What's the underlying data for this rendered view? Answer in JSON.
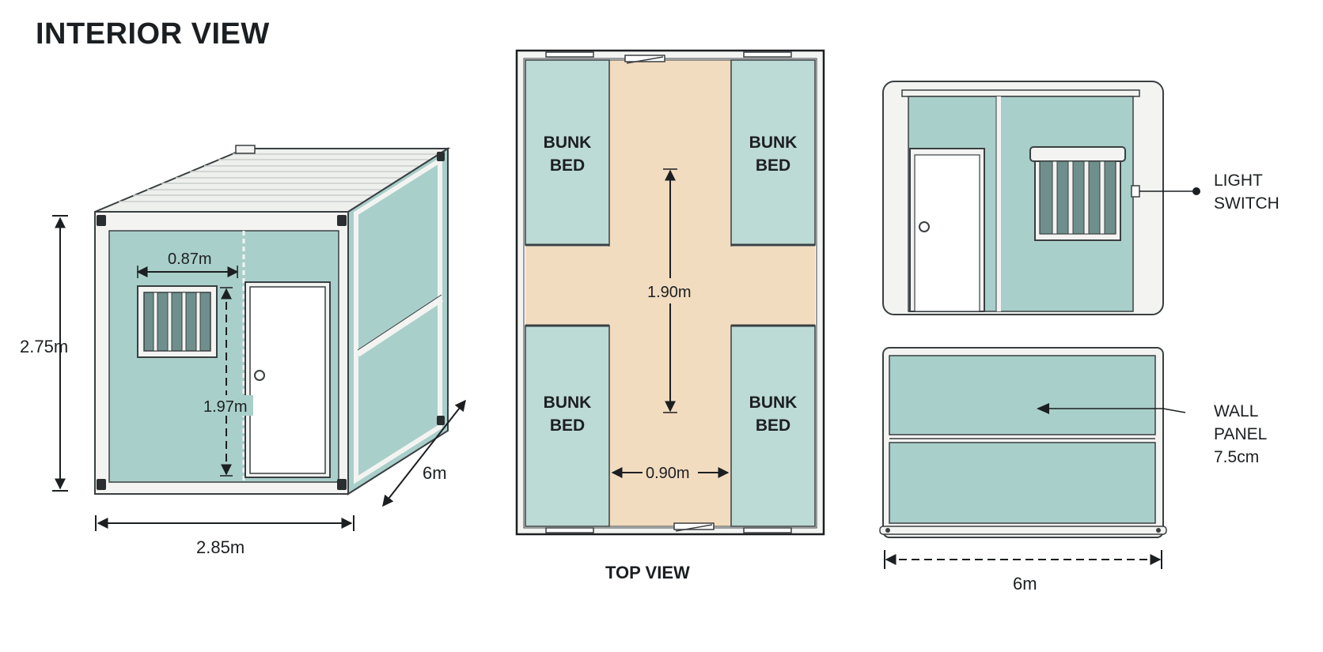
{
  "title": "INTERIOR VIEW",
  "top_view_caption": "TOP VIEW",
  "colors": {
    "panel": "#a9cfca",
    "panel_light": "#bcdad6",
    "frame": "#f3f4f2",
    "outline": "#3a3f41",
    "floor": "#f2dcc0",
    "text": "#1c1f21"
  },
  "isometric": {
    "height_label": "2.75m",
    "width_label": "2.85m",
    "depth_label": "6m",
    "window_width_label": "0.87m",
    "door_height_label": "1.97m"
  },
  "top_view": {
    "beds": [
      "BUNK\nBED",
      "BUNK\nBED",
      "BUNK\nBED",
      "BUNK\nBED"
    ],
    "bed_line1": "BUNK",
    "bed_line2": "BED",
    "length_label": "1.90m",
    "aisle_label": "0.90m"
  },
  "elevation": {
    "light_switch_line1": "LIGHT",
    "light_switch_line2": "SWITCH"
  },
  "wall_panel": {
    "label_line1": "WALL",
    "label_line2": "PANEL",
    "label_line3": "7.5cm",
    "length_label": "6m"
  }
}
